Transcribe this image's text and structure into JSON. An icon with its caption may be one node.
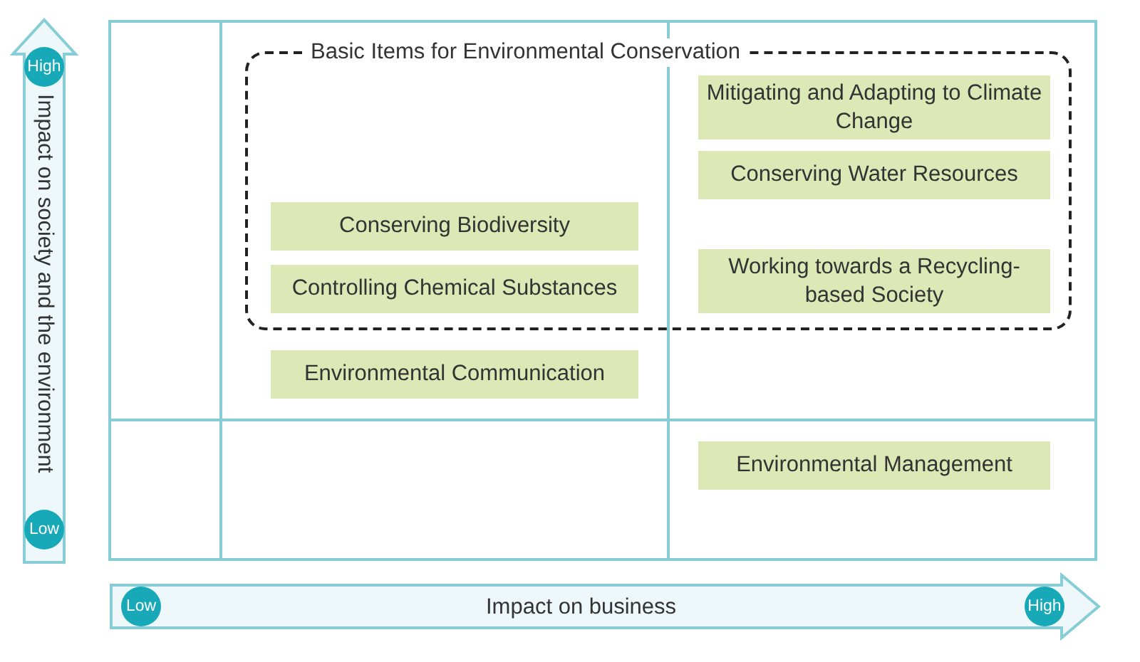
{
  "diagram": {
    "nodes": [
      {
        "text": [
          "Basic Items for Environmental Conservation"
        ]
      },
      {
        "text": [
          "Mitigating and Adapting to Climate Change"
        ],
        "in": 0
      },
      {
        "text": [
          "Conserving Water Resources"
        ],
        "in": 0
      },
      {
        "text": [
          "Conserving Biodiversity"
        ],
        "in": 0
      },
      {
        "text": [
          "Working towards a Recycling-based Society"
        ],
        "in": 0
      },
      {
        "text": [
          "Controlling Chemical Substances"
        ],
        "in": 0
      },
      {
        "text": [
          "Environmental Communication"
        ]
      },
      {
        "text": [
          "Environmental Management"
        ]
      }
    ],
    "edges": [],
    "labels": [
      "High",
      "Impact on society and the environment",
      "Low",
      "Low",
      "Impact on business",
      "High"
    ]
  }
}
